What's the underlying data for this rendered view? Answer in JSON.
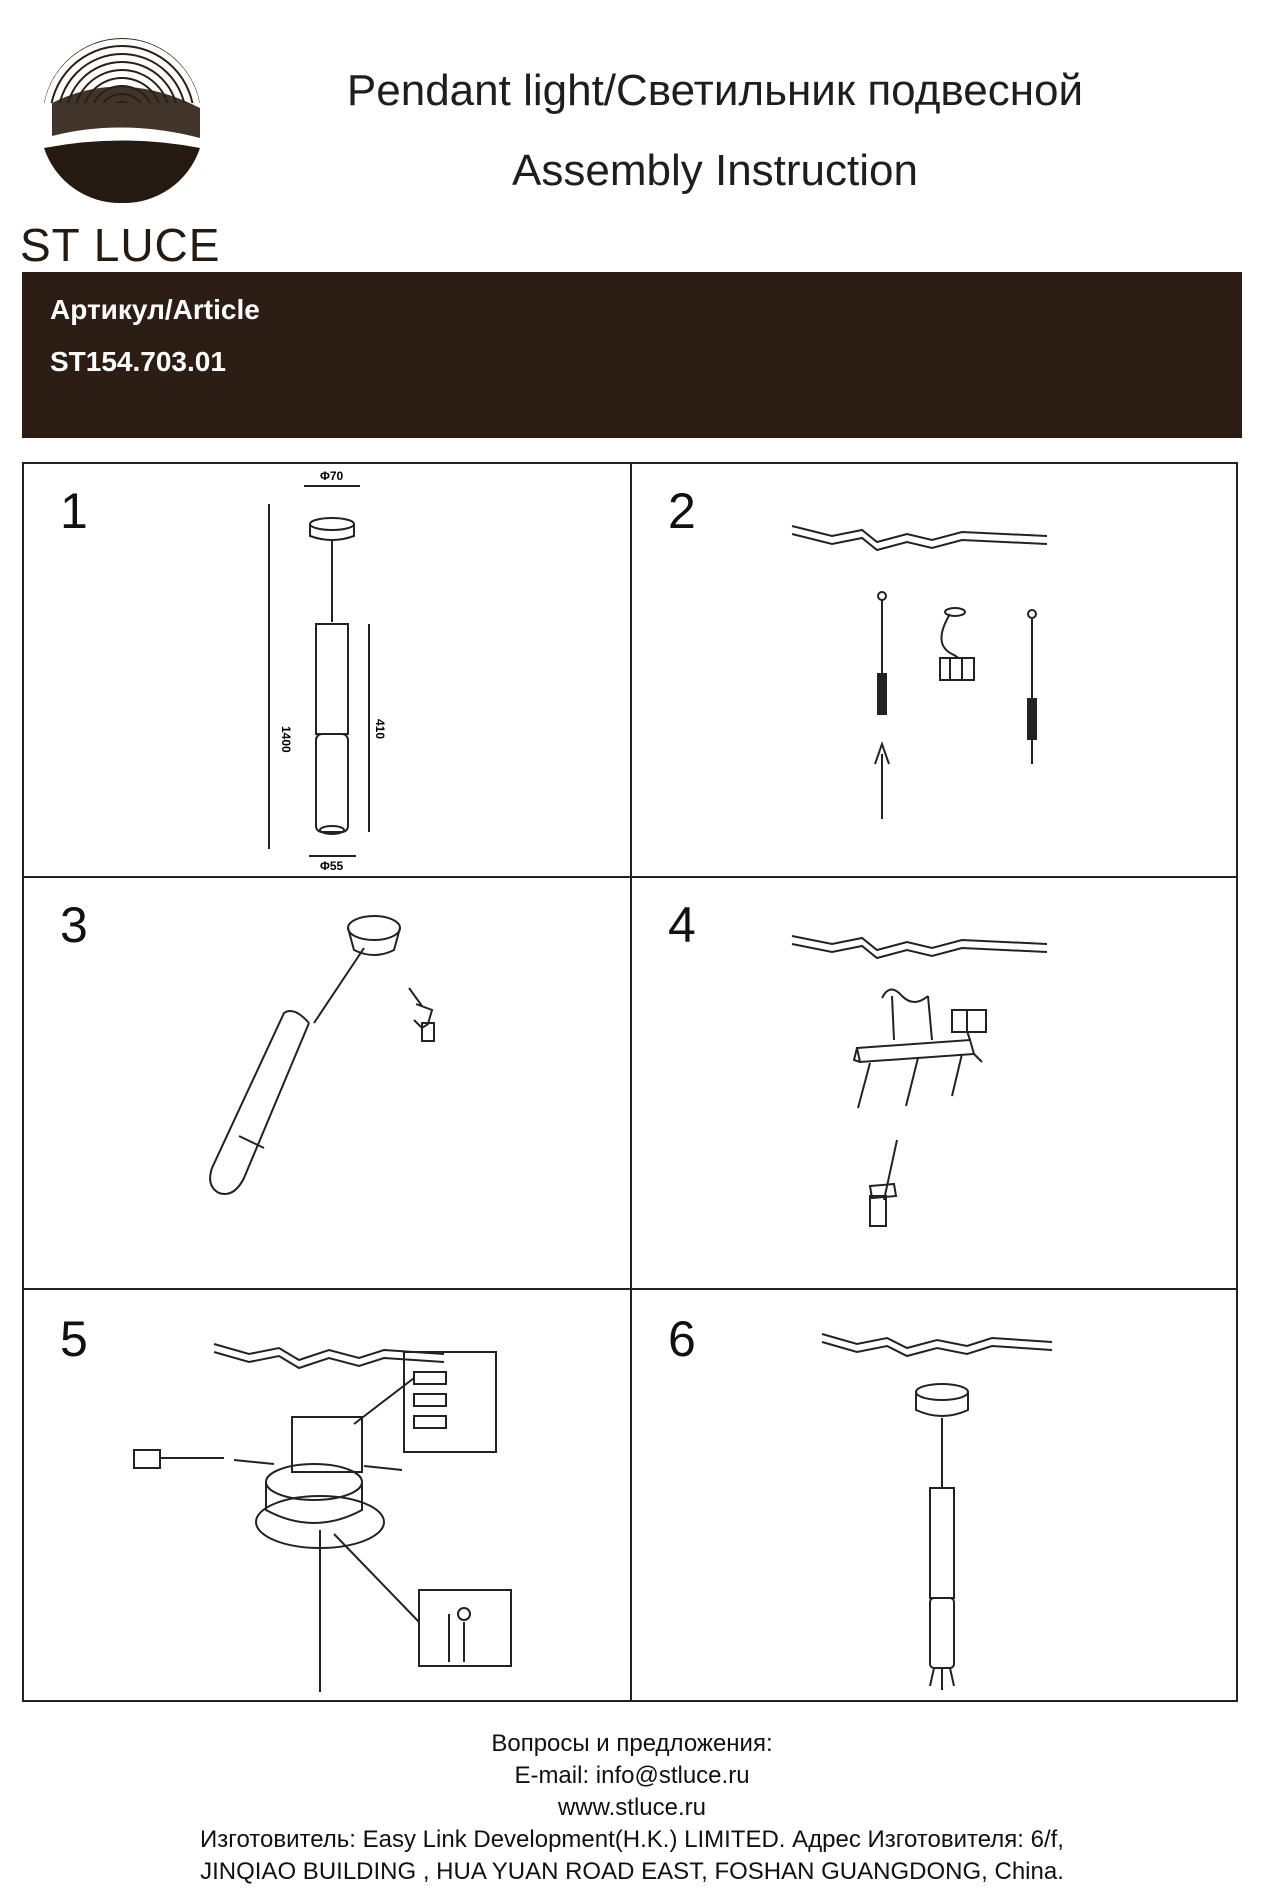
{
  "brand": {
    "name": "ST LUCE",
    "logo": "st-luce-swirl-logo"
  },
  "header": {
    "title": "Pendant light/Светильник подвесной",
    "subtitle": "Assembly Instruction"
  },
  "article": {
    "label": "Артикул/Article",
    "value": "ST154.703.01"
  },
  "steps": [
    {
      "number": "1",
      "dims": {
        "canopy": "Φ70",
        "total": "1400",
        "body": "410",
        "tube": "Φ55"
      }
    },
    {
      "number": "2"
    },
    {
      "number": "3"
    },
    {
      "number": "4"
    },
    {
      "number": "5"
    },
    {
      "number": "6"
    }
  ],
  "footer": {
    "line1": "Вопросы и предложения:",
    "line2": "E-mail: info@stluce.ru",
    "line3": "www.stluce.ru",
    "line4": "Изготовитель: Easy Link Development(H.K.) LIMITED. Адрес Изготовителя: 6/f,",
    "line5": "JINQIAO BUILDING , HUA YUAN ROAD EAST, FOSHAN GUANGDONG, China."
  },
  "colors": {
    "banner": "#2c1e14",
    "ink": "#1a1a1a"
  }
}
